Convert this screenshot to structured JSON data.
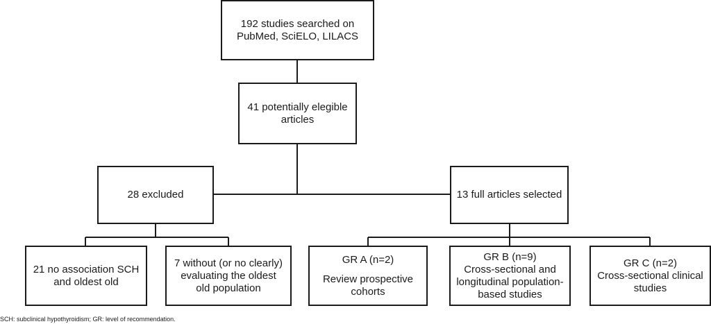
{
  "flowchart": {
    "search": {
      "line1": "192 studies searched on",
      "line2": "PubMed, SciELO, LILACS"
    },
    "eligible": {
      "line1": "41 potentially elegible",
      "line2": "articles"
    },
    "excluded": {
      "label": "28 excluded"
    },
    "selected": {
      "label": "13 full articles selected"
    },
    "no_association": {
      "line1": "21 no association SCH",
      "line2": "and oldest old"
    },
    "without_evaluating": {
      "line1": "7 without (or no clearly)",
      "line2": "evaluating the oldest",
      "line3": "old population"
    },
    "gr_a": {
      "title": "GR A (n=2)",
      "line1": "Review prospective",
      "line2": "cohorts"
    },
    "gr_b": {
      "title": "GR B (n=9)",
      "line1": "Cross-sectional and",
      "line2": "longitudinal population-",
      "line3": "based studies"
    },
    "gr_c": {
      "title": "GR C (n=2)",
      "line1": "Cross-sectional clinical",
      "line2": "studies"
    }
  },
  "footnote": "SCH: subclinical hypothyroidism; GR: level of recommendation.",
  "colors": {
    "stroke": "#1a1a1a",
    "background": "#ffffff"
  }
}
